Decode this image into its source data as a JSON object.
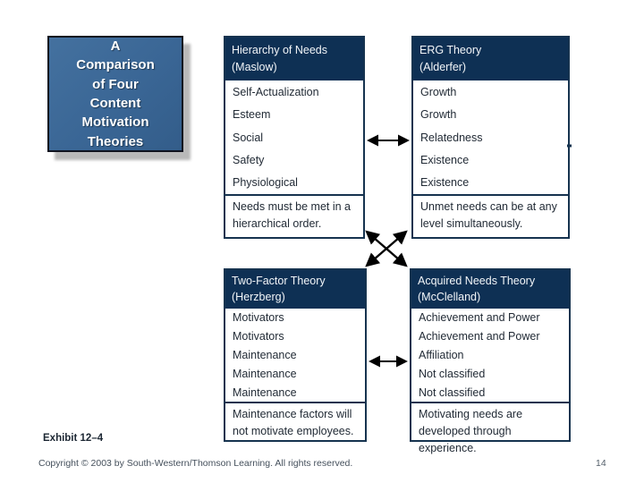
{
  "slide": {
    "title_box": {
      "text": "A Comparison of Four Content Motivation Theories"
    },
    "tables": [
      {
        "id": "hierarchy-of-needs",
        "header": {
          "title": "Hierarchy of Needs",
          "attribution": "(Maslow)"
        },
        "rows": [
          "Self-Actualization",
          "Esteem",
          "Social",
          "Safety",
          "Physiological"
        ],
        "note": "Needs must be met in a hierarchical order."
      },
      {
        "id": "erg-theory",
        "header": {
          "title": "ERG Theory",
          "attribution": "(Alderfer)"
        },
        "rows": [
          "Growth",
          "Growth",
          "Relatedness",
          "Existence",
          "Existence"
        ],
        "note": "Unmet needs can be at any level simultaneously."
      },
      {
        "id": "two-factor-theory",
        "header": {
          "title": "Two-Factor Theory",
          "attribution": "(Herzberg)"
        },
        "rows": [
          "Motivators",
          "Motivators",
          "Maintenance",
          "Maintenance",
          "Maintenance"
        ],
        "note": "Maintenance factors will not motivate employees."
      },
      {
        "id": "acquired-needs-theory",
        "header": {
          "title": "Acquired Needs Theory",
          "attribution": "(McClelland)"
        },
        "rows": [
          "Achievement and Power",
          "Achievement and Power",
          "Affiliation",
          "Not classified",
          "Not classified"
        ],
        "note": "Motivating needs are developed through experience."
      }
    ],
    "footer": {
      "exhibit": "Exhibit 12–4",
      "copyright": "Copyright © 2003 by South-Western/Thomson Learning. All rights reserved.",
      "page_number": "14"
    },
    "colors": {
      "header_bg": "#0e3054",
      "title_box_bg": "#3a6695",
      "table_border": "#16334f",
      "arrow": "#000000"
    }
  }
}
